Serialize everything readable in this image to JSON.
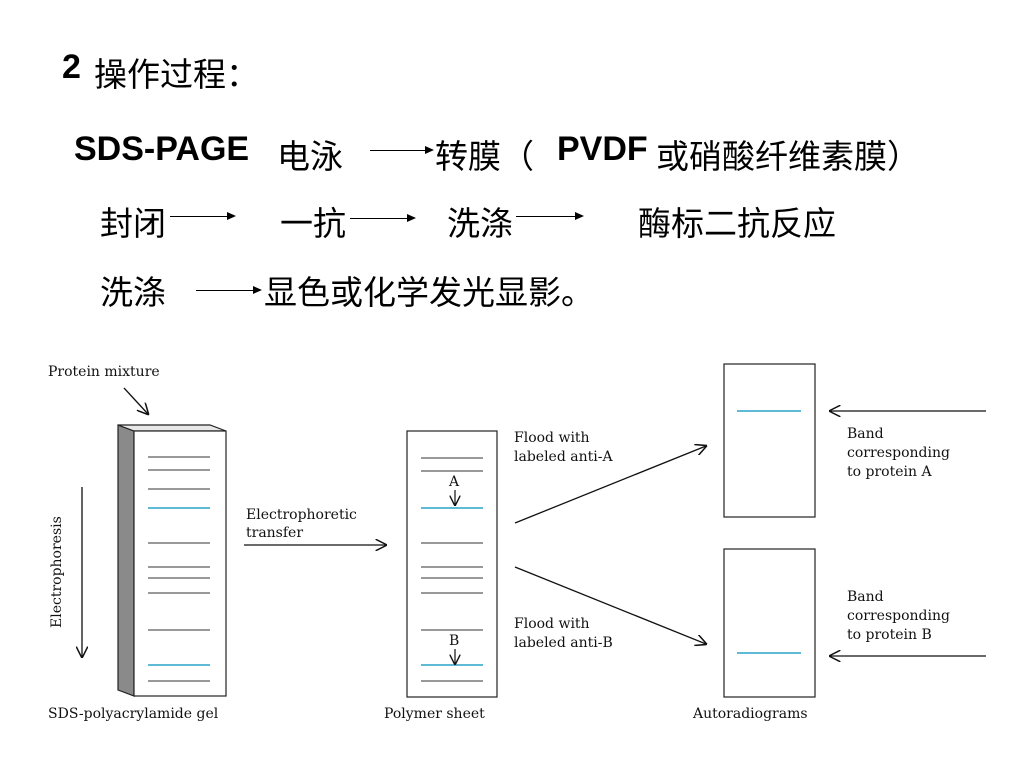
{
  "heading": {
    "number": "2",
    "text": "操作过程："
  },
  "steps": {
    "line1": {
      "sds": "SDS-PAGE",
      "electro": "电泳",
      "transfer": "转膜（",
      "pvdf": "PVDF",
      "membrane": "或硝酸纤维素膜）"
    },
    "line2": {
      "block": "封闭",
      "primary": "一抗",
      "wash": "洗涤",
      "secondary": "酶标二抗反应"
    },
    "line3": {
      "wash": "洗涤",
      "develop": "显色或化学发光显影。"
    }
  },
  "diagram": {
    "protein_mixture": "Protein mixture",
    "electrophoresis": "Electrophoresis",
    "gel_caption": "SDS-polyacrylamide gel",
    "transfer_l1": "Electrophoretic",
    "transfer_l2": "transfer",
    "sheet_caption": "Polymer sheet",
    "marker_a": "A",
    "marker_b": "B",
    "flood_a_l1": "Flood with",
    "flood_a_l2": "labeled anti-A",
    "flood_b_l1": "Flood with",
    "flood_b_l2": "labeled anti-B",
    "auto_caption": "Autoradiograms",
    "band_a_l1": "Band",
    "band_a_l2": "corresponding",
    "band_a_l3": "to protein A",
    "band_b_l1": "Band",
    "band_b_l2": "corresponding",
    "band_b_l3": "to protein B"
  },
  "colors": {
    "highlight_band": "#2aa3c8",
    "band": "#333333"
  }
}
